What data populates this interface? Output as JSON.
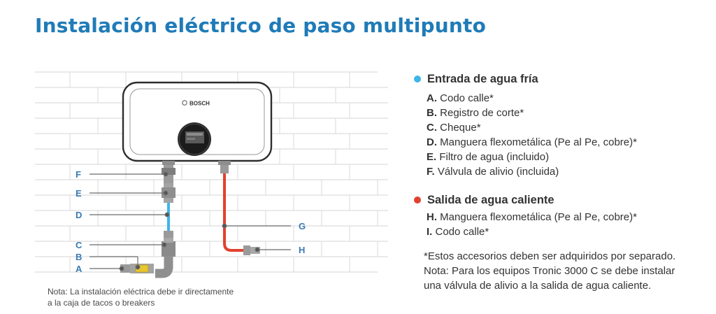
{
  "title": "Instalación eléctrico de paso multipunto",
  "brand": "BOSCH",
  "note": {
    "line1": "Nota: La instalación eléctrica debe ir directamente",
    "line2": "a la caja de tacos o breakers"
  },
  "cold": {
    "title": "Entrada de agua fría",
    "color": "#3db6e6",
    "items": [
      {
        "letter": "A.",
        "text": " Codo calle*"
      },
      {
        "letter": "B.",
        "text": " Registro de corte*"
      },
      {
        "letter": "C.",
        "text": " Cheque*"
      },
      {
        "letter": "D.",
        "text": " Manguera flexometálica (Pe al Pe, cobre)*"
      },
      {
        "letter": "E.",
        "text": " Filtro de agua (incluido)"
      },
      {
        "letter": "F.",
        "text": " Válvula de alivio (incluida)"
      }
    ]
  },
  "hot": {
    "title": "Salida de agua caliente",
    "color": "#e2412f",
    "items": [
      {
        "letter": "H.",
        "text": " Manguera flexometálica (Pe al Pe, cobre)*"
      },
      {
        "letter": "I.",
        "text": " Codo calle*"
      }
    ]
  },
  "footnote": {
    "line1": "*Estos accesorios deben ser adquiridos por separado.",
    "line2": "Nota: Para los equipos Tronic 3000 C se debe instalar",
    "line3": "una válvula de alivio a la salida de agua caliente."
  },
  "diagram_labels": {
    "F": "F",
    "E": "E",
    "D": "D",
    "C": "C",
    "B": "B",
    "A": "A",
    "G": "G",
    "H": "H"
  },
  "colors": {
    "title": "#1f7bb8",
    "label": "#3a7ab3"
  }
}
